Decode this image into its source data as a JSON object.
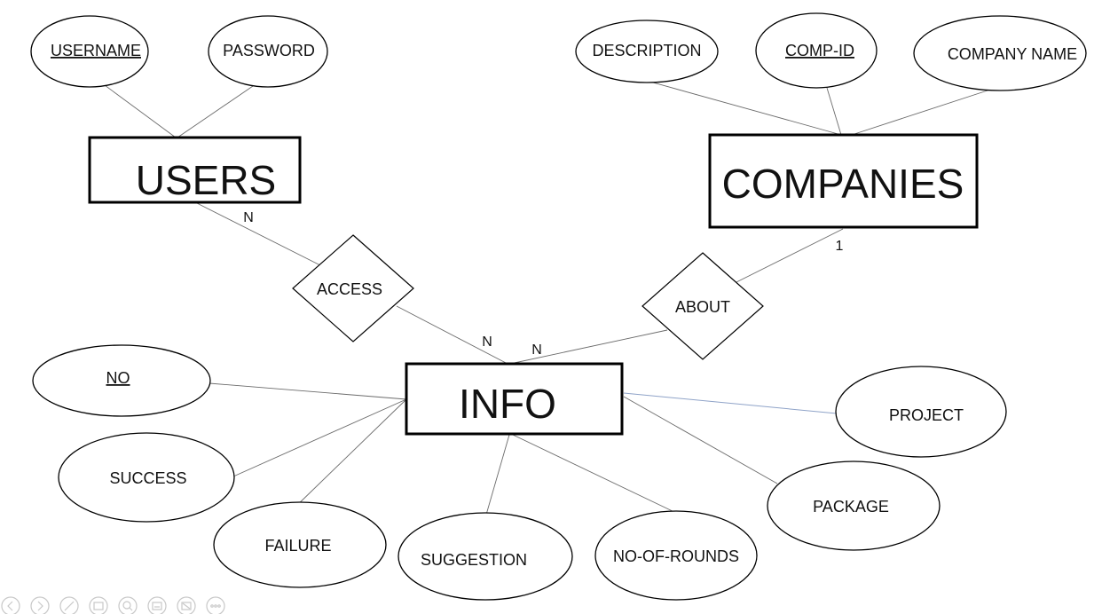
{
  "entities": {
    "users": "USERS",
    "companies": "COMPANIES",
    "info": "INFO"
  },
  "relationships": {
    "access": "ACCESS",
    "about": "ABOUT"
  },
  "attributes": {
    "username": "USERNAME",
    "password": "PASSWORD",
    "description": "DESCRIPTION",
    "comp_id": "COMP-ID",
    "company_name": "COMPANY NAME",
    "no": "NO",
    "success": "SUCCESS",
    "failure": "FAILURE",
    "suggestion": "SUGGESTION",
    "no_of_rounds": "NO-OF-ROUNDS",
    "package": "PACKAGE",
    "project": "PROJECT"
  },
  "cardinality": {
    "users_access": "N",
    "access_info": "N",
    "info_about": "N",
    "about_companies": "1"
  },
  "toolbar": {
    "icons": [
      "previous-icon",
      "next-icon",
      "pen-icon",
      "slides-icon",
      "zoom-icon",
      "subtitles-icon",
      "pointer-icon",
      "more-icon"
    ]
  }
}
